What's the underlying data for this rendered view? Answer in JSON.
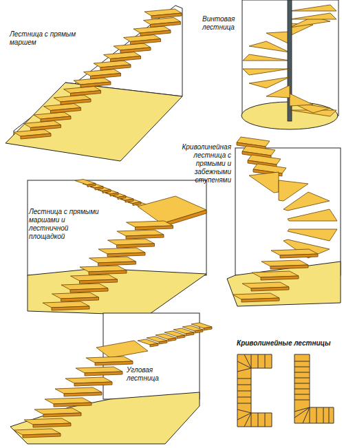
{
  "diagram": {
    "labels": [
      "Лестница с прямым маршем",
      "Винтовая лестница",
      "Криволинейная лестница с прямыми и забежными ступенями",
      "Лестница с прямыми маршами и лестничной площадкой",
      "Угловая лестница",
      "Криволинейные лестницы"
    ]
  }
}
